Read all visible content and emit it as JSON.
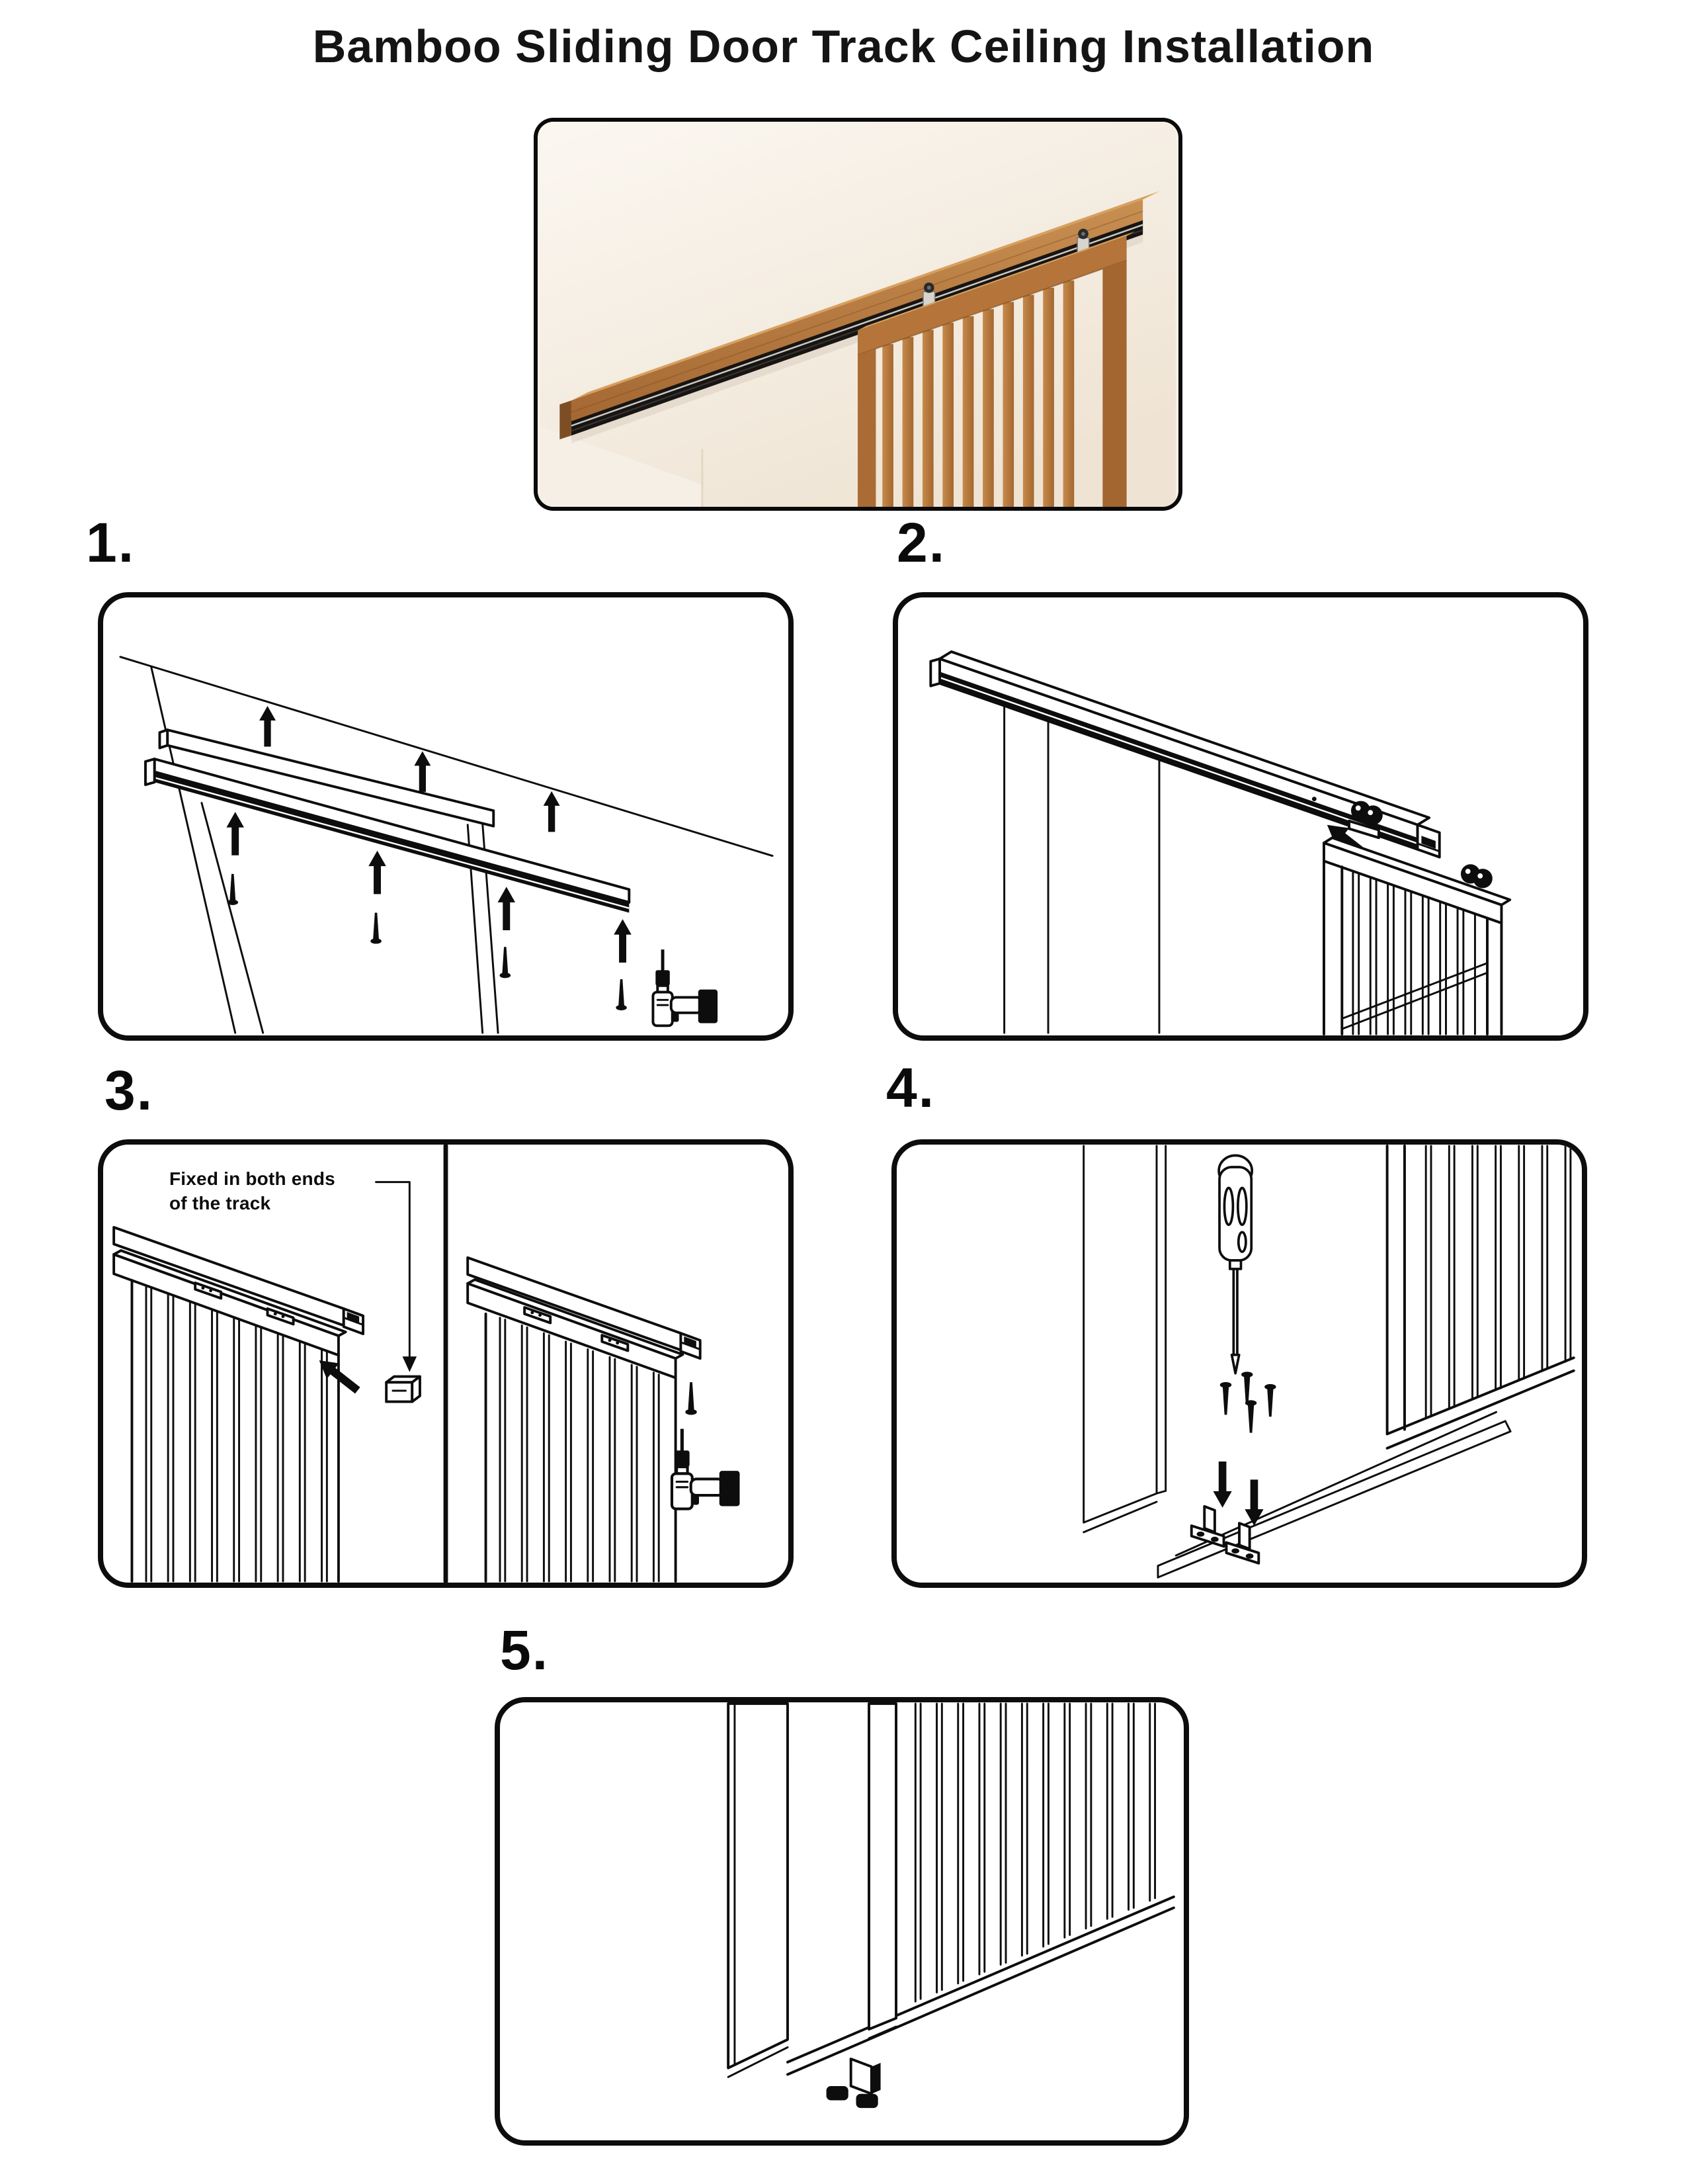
{
  "title": "Bamboo Sliding Door Track Ceiling Installation",
  "hero": {
    "name": "ceiling-track-with-slatted-door-photo",
    "colors": {
      "wood": "#b4743a",
      "wood_light": "#d8a05c",
      "wood_dark": "#7d4e24",
      "track_channel": "#171513",
      "background": "#f6efe6"
    }
  },
  "ink_color": "#0d0d0d",
  "steps": [
    {
      "label": "1."
    },
    {
      "label": "2."
    },
    {
      "label": "3.",
      "annotation_line1": "Fixed in both ends",
      "annotation_line2": "of the track"
    },
    {
      "label": "4."
    },
    {
      "label": "5."
    }
  ],
  "icons": [
    "up-arrow-icon",
    "down-arrow-icon",
    "screw-icon",
    "drill-icon",
    "screwdriver-icon",
    "door-roller-icon",
    "track-end-stopper-icon",
    "floor-guide-bracket-icon"
  ]
}
